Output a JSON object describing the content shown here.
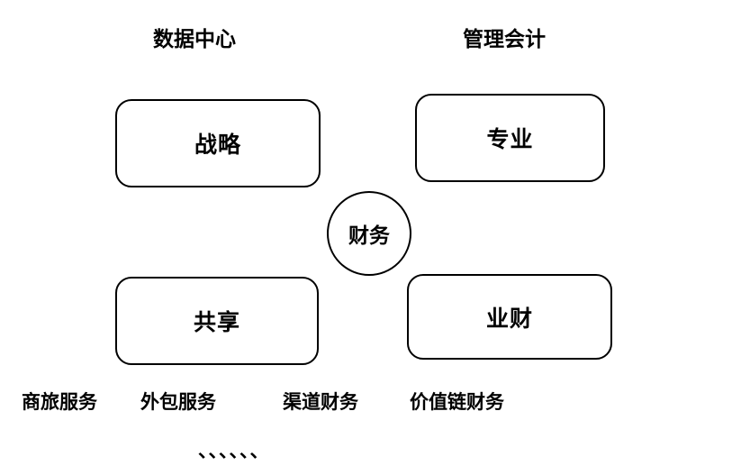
{
  "diagram": {
    "background_color": "#ffffff",
    "stroke_color": "#000000",
    "text_color": "#000000",
    "section_titles": {
      "left": {
        "label": "数据中心"
      },
      "right": {
        "label": "管理会计"
      }
    },
    "boxes": {
      "strategy": {
        "label": "战略"
      },
      "professional": {
        "label": "专业"
      },
      "shared": {
        "label": "共享"
      },
      "business_finance": {
        "label": "业财"
      }
    },
    "center_node": {
      "label": "财务"
    },
    "bottom_labels": {
      "travel_services": {
        "label": "商旅服务"
      },
      "outsourcing_services": {
        "label": "外包服务"
      },
      "channel_finance": {
        "label": "渠道财务"
      },
      "value_chain_finance": {
        "label": "价值链财务"
      }
    },
    "ellipsis": {
      "label": "、、、、、、"
    }
  }
}
